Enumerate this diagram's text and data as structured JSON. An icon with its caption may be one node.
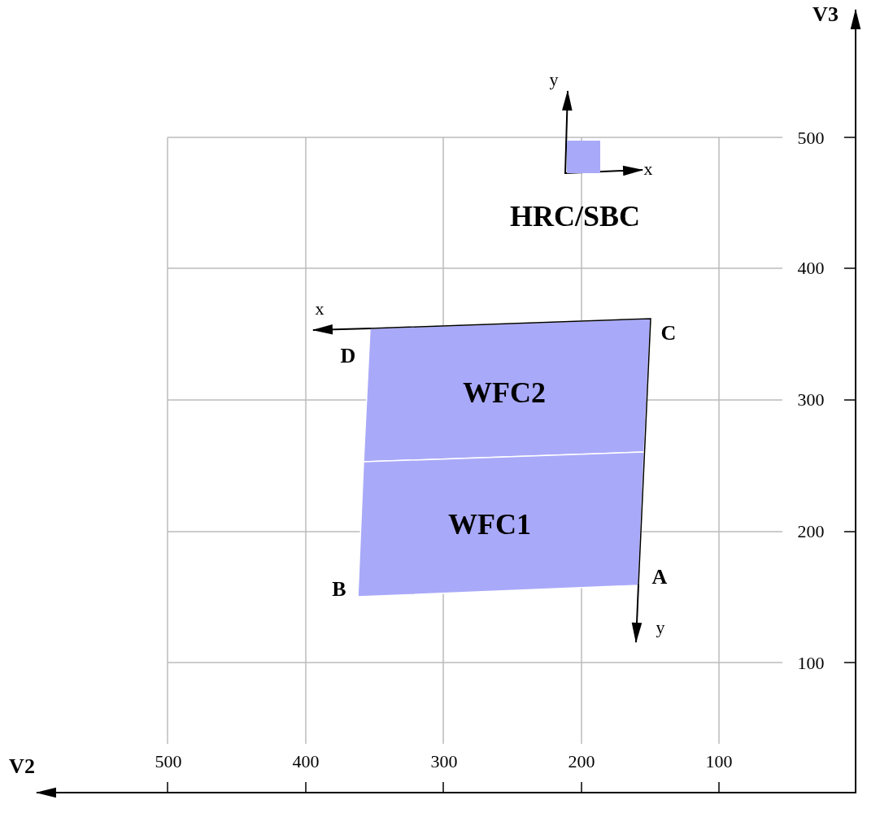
{
  "diagram": {
    "nodes": [
      {
        "text": [
          "HRC/SBC"
        ]
      },
      {
        "text": [
          "WFC2"
        ]
      },
      {
        "text": [
          "WFC1"
        ]
      }
    ],
    "labels": [
      "V3",
      "y",
      "500",
      "x",
      "400",
      "x",
      "C",
      "D",
      "300",
      "200",
      "A",
      "B",
      "y",
      "100",
      "V2",
      "500",
      "400",
      "300",
      "200",
      "100"
    ]
  }
}
